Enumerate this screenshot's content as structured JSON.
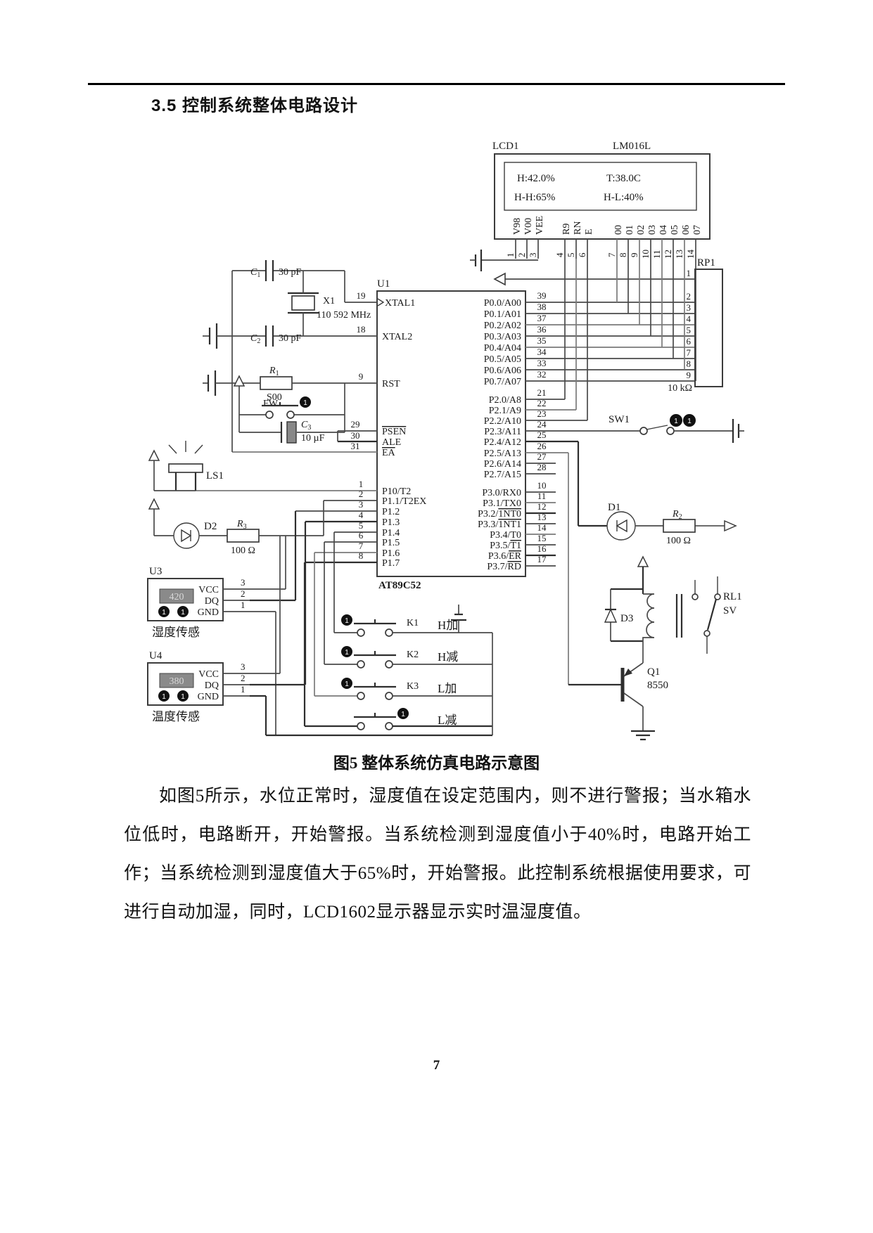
{
  "page": {
    "heading": "3.5 控制系统整体电路设计",
    "caption": "图5 整体系统仿真电路示意图",
    "body": "如图5所示，水位正常时，湿度值在设定范围内，则不进行警报；当水箱水位低时，电路断开，开始警报。当系统检测到湿度值小于40%时，电路开始工作；当系统检测到湿度值大于65%时，开始警报。此控制系统根据使用要求，可进行自动加湿，同时，LCD1602显示器显示实时温湿度值。",
    "page_number": "7"
  },
  "diagram": {
    "logic_dot": "1",
    "lcd": {
      "ref": "LCD1",
      "part": "LM016L",
      "row1_left": "H:42.0%",
      "row1_right": "T:38.0C",
      "row2_left": "H-H:65%",
      "row2_right": "H-L:40%",
      "pins": [
        {
          "n": "1",
          "label": "V98"
        },
        {
          "n": "2",
          "label": "V00"
        },
        {
          "n": "3",
          "label": "VEE"
        },
        {
          "n": "4",
          "label": "R9"
        },
        {
          "n": "5",
          "label": "RN"
        },
        {
          "n": "6",
          "label": "E"
        },
        {
          "n": "7",
          "label": "00"
        },
        {
          "n": "8",
          "label": "01"
        },
        {
          "n": "9",
          "label": "02"
        },
        {
          "n": "10",
          "label": "03"
        },
        {
          "n": "11",
          "label": "04"
        },
        {
          "n": "12",
          "label": "05"
        },
        {
          "n": "13",
          "label": "06"
        },
        {
          "n": "14",
          "label": "07"
        }
      ]
    },
    "u1": {
      "ref": "U1",
      "part": "AT89C52",
      "left_pins": [
        {
          "n": "19",
          "label": "XTAL1"
        },
        {
          "n": "18",
          "label": "XTAL2"
        },
        {
          "n": "9",
          "label": "RST"
        },
        {
          "n": "29",
          "label": "PSEN"
        },
        {
          "n": "30",
          "label": "ALE"
        },
        {
          "n": "31",
          "label": "EA"
        },
        {
          "n": "1",
          "label": "P10/T2"
        },
        {
          "n": "2",
          "label": "P1.1/T2EX"
        },
        {
          "n": "3",
          "label": "P1.2"
        },
        {
          "n": "4",
          "label": "P1.3"
        },
        {
          "n": "5",
          "label": "P1.4"
        },
        {
          "n": "6",
          "label": "P1.5"
        },
        {
          "n": "7",
          "label": "P1.6"
        },
        {
          "n": "8",
          "label": "P1.7"
        }
      ],
      "right_pins": [
        {
          "n": "39",
          "label": "P0.0/A00"
        },
        {
          "n": "38",
          "label": "P0.1/A01"
        },
        {
          "n": "37",
          "label": "P0.2/A02"
        },
        {
          "n": "36",
          "label": "P0.3/A03"
        },
        {
          "n": "35",
          "label": "P0.4/A04"
        },
        {
          "n": "34",
          "label": "P0.5/A05"
        },
        {
          "n": "33",
          "label": "P0.6/A06"
        },
        {
          "n": "32",
          "label": "P0.7/A07"
        },
        {
          "n": "21",
          "label": "P2.0/A8"
        },
        {
          "n": "22",
          "label": "P2.1/A9"
        },
        {
          "n": "23",
          "label": "P2.2/A10"
        },
        {
          "n": "24",
          "label": "P2.3/A11"
        },
        {
          "n": "25",
          "label": "P2.4/A12"
        },
        {
          "n": "26",
          "label": "P2.5/A13"
        },
        {
          "n": "27",
          "label": "P2.6/A14"
        },
        {
          "n": "28",
          "label": "P2.7/A15"
        },
        {
          "n": "10",
          "label": "P3.0/RX0"
        },
        {
          "n": "11",
          "label": "P3.1/TX0"
        },
        {
          "n": "12",
          "label": "P3.2/",
          "ov": "1NT0"
        },
        {
          "n": "13",
          "label": "P3.3/",
          "ov": "1NT1"
        },
        {
          "n": "14",
          "label": "P3.4/T0"
        },
        {
          "n": "15",
          "label": "P3.5/",
          "ov": "T1"
        },
        {
          "n": "16",
          "label": "P3.6/",
          "ov": "ER"
        },
        {
          "n": "17",
          "label": "P3.7/",
          "ov": "RD"
        }
      ]
    },
    "crystal": {
      "ref": "X1",
      "value": "110 592 MHz"
    },
    "c1": {
      "ref": "C",
      "sub": "1",
      "value": "30 pF"
    },
    "c2": {
      "ref": "C",
      "sub": "2",
      "value": "30 pF"
    },
    "c3": {
      "ref": "C",
      "sub": "3",
      "value": "10 µF"
    },
    "r1": {
      "ref": "R",
      "sub": "1",
      "value": "S00"
    },
    "r2": {
      "ref": "R",
      "sub": "2",
      "value": "100 Ω"
    },
    "r3": {
      "ref": "R",
      "sub": "3",
      "value": "100 Ω"
    },
    "fw": {
      "label": "FW"
    },
    "ls1": {
      "ref": "LS1"
    },
    "d1": {
      "ref": "D1"
    },
    "d2": {
      "ref": "D2"
    },
    "d3": {
      "ref": "D3"
    },
    "u3": {
      "ref": "U3",
      "display": "420",
      "caption": "湿度传感",
      "pins": [
        {
          "n": "3",
          "label": "VCC"
        },
        {
          "n": "2",
          "label": "DQ"
        },
        {
          "n": "1",
          "label": "GND"
        }
      ]
    },
    "u4": {
      "ref": "U4",
      "display": "380",
      "caption": "温度传感",
      "pins": [
        {
          "n": "3",
          "label": "VCC"
        },
        {
          "n": "2",
          "label": "DQ"
        },
        {
          "n": "1",
          "label": "GND"
        }
      ]
    },
    "keys": [
      {
        "ref": "K1",
        "label": "H加"
      },
      {
        "ref": "K2",
        "label": "H减"
      },
      {
        "ref": "K3",
        "label": "L加"
      },
      {
        "ref": "",
        "label": "L减"
      }
    ],
    "rp1": {
      "ref": "RP1",
      "value": "10 kΩ",
      "pins": [
        "1",
        "2",
        "3",
        "4",
        "5",
        "6",
        "7",
        "8",
        "9"
      ]
    },
    "sw1": {
      "ref": "SW1"
    },
    "rl1": {
      "ref": "RL1",
      "value": "SV"
    },
    "q1": {
      "ref": "Q1",
      "value": "8550"
    }
  }
}
